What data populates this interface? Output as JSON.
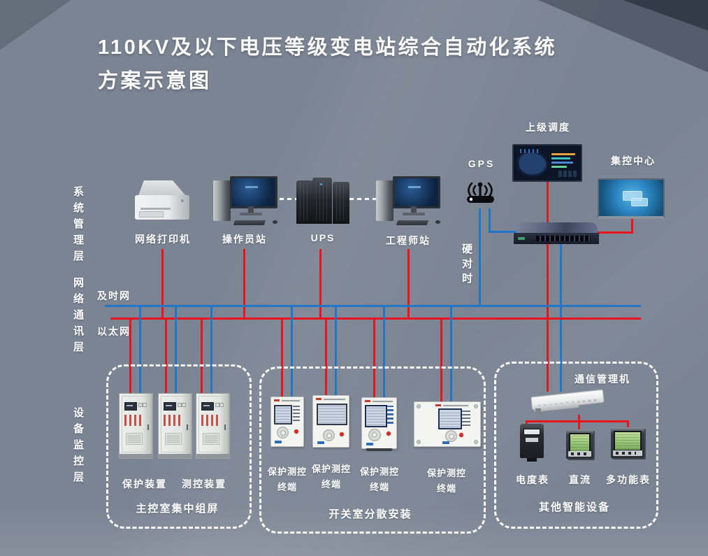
{
  "title": {
    "line1": "110KV及以下电压等级变电站综合自动化系统",
    "line2": "方案示意图"
  },
  "layers": {
    "system": "系统管理层",
    "network": "网络通讯层",
    "device": "设备监控层"
  },
  "buses": {
    "time_net": "及时网",
    "ethernet": "以太网"
  },
  "top_row": {
    "printer_label": "网络打印机",
    "operator_label": "操作员站",
    "ups_label": "UPS",
    "engineer_label": "工程师站",
    "gps_label": "GPS",
    "hard_sync_label": "硬对时",
    "dispatch_label": "上级调度",
    "control_center_label": "集控中心"
  },
  "box_main_control": {
    "title": "主控室集中组屏",
    "protection_label": "保护装置",
    "measure_label": "测控装置"
  },
  "box_switch_room": {
    "title": "开关室分散安装",
    "terminal_line1": "保护测控",
    "terminal_line2": "终端"
  },
  "box_other": {
    "title": "其他智能设备",
    "comm_label": "通信管理机",
    "meter_labels": [
      "电度表",
      "直流",
      "多功能表"
    ]
  },
  "colors": {
    "red": "#ea141f",
    "blue": "#2176c6",
    "background": "#7b8493"
  }
}
